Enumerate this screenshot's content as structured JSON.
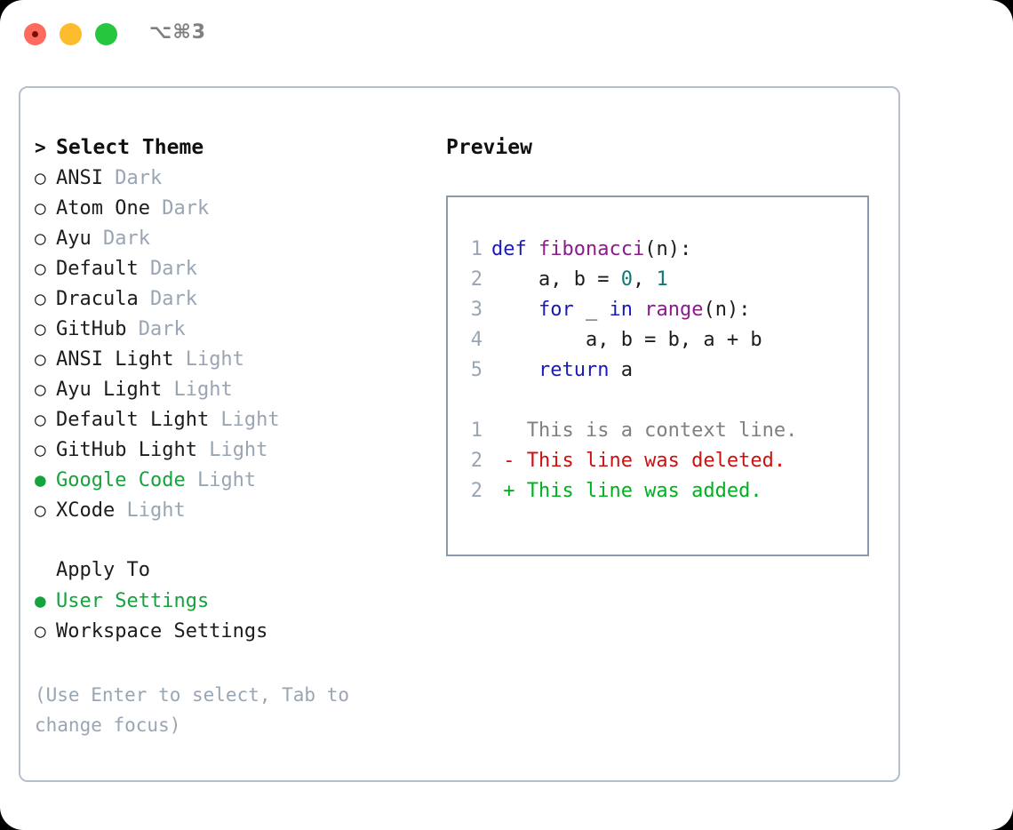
{
  "titlebar": {
    "shortcut": "⌥⌘3",
    "traffic_lights": [
      "close-red",
      "minimize-amber",
      "maximize-green"
    ]
  },
  "theme_picker": {
    "header_marker": ">",
    "header_label": "Select Theme",
    "unselected_marker": "○",
    "selected_marker": "●",
    "accent_color": "#16a33e",
    "items": [
      {
        "marker": "○",
        "name": "ANSI",
        "badge": "Dark",
        "selected": false
      },
      {
        "marker": "○",
        "name": "Atom One",
        "badge": "Dark",
        "selected": false
      },
      {
        "marker": "○",
        "name": "Ayu",
        "badge": "Dark",
        "selected": false
      },
      {
        "marker": "○",
        "name": "Default",
        "badge": "Dark",
        "selected": false
      },
      {
        "marker": "○",
        "name": "Dracula",
        "badge": "Dark",
        "selected": false
      },
      {
        "marker": "○",
        "name": "GitHub",
        "badge": "Dark",
        "selected": false
      },
      {
        "marker": "○",
        "name": "ANSI Light",
        "badge": "Light",
        "selected": false
      },
      {
        "marker": "○",
        "name": "Ayu Light",
        "badge": "Light",
        "selected": false
      },
      {
        "marker": "○",
        "name": "Default Light",
        "badge": "Light",
        "selected": false
      },
      {
        "marker": "○",
        "name": "GitHub Light",
        "badge": "Light",
        "selected": false
      },
      {
        "marker": "●",
        "name": "Google Code",
        "badge": "Light",
        "selected": true
      },
      {
        "marker": "○",
        "name": "XCode",
        "badge": "Light",
        "selected": false
      }
    ]
  },
  "apply_to": {
    "label": "Apply To",
    "options": [
      {
        "marker": "●",
        "name": "User Settings",
        "selected": true
      },
      {
        "marker": "○",
        "name": "Workspace Settings",
        "selected": false
      }
    ]
  },
  "hint": "(Use Enter to select, Tab to change focus)",
  "preview": {
    "title": "Preview",
    "code_lines": [
      {
        "num": "1",
        "tokens": [
          {
            "t": "def ",
            "c": "kw"
          },
          {
            "t": "fibonacci",
            "c": "fn"
          },
          {
            "t": "(n):",
            "c": "plain"
          }
        ]
      },
      {
        "num": "2",
        "tokens": [
          {
            "t": "    a, b = ",
            "c": "plain"
          },
          {
            "t": "0",
            "c": "num"
          },
          {
            "t": ", ",
            "c": "plain"
          },
          {
            "t": "1",
            "c": "num"
          }
        ]
      },
      {
        "num": "3",
        "tokens": [
          {
            "t": "    ",
            "c": "plain"
          },
          {
            "t": "for",
            "c": "kw"
          },
          {
            "t": " _ ",
            "c": "plain"
          },
          {
            "t": "in",
            "c": "kw"
          },
          {
            "t": " ",
            "c": "plain"
          },
          {
            "t": "range",
            "c": "fn"
          },
          {
            "t": "(n):",
            "c": "plain"
          }
        ]
      },
      {
        "num": "4",
        "tokens": [
          {
            "t": "        a, b = b, a + b",
            "c": "plain"
          }
        ]
      },
      {
        "num": "5",
        "tokens": [
          {
            "t": "    ",
            "c": "plain"
          },
          {
            "t": "return",
            "c": "kw"
          },
          {
            "t": " a",
            "c": "plain"
          }
        ]
      }
    ],
    "diff_lines": [
      {
        "num": "1",
        "tokens": [
          {
            "t": "   This is a context line.",
            "c": "ctx"
          }
        ]
      },
      {
        "num": "2",
        "tokens": [
          {
            "t": " - This line was deleted.",
            "c": "del"
          }
        ]
      },
      {
        "num": "2",
        "tokens": [
          {
            "t": " + This line was added.",
            "c": "add"
          }
        ]
      }
    ]
  }
}
